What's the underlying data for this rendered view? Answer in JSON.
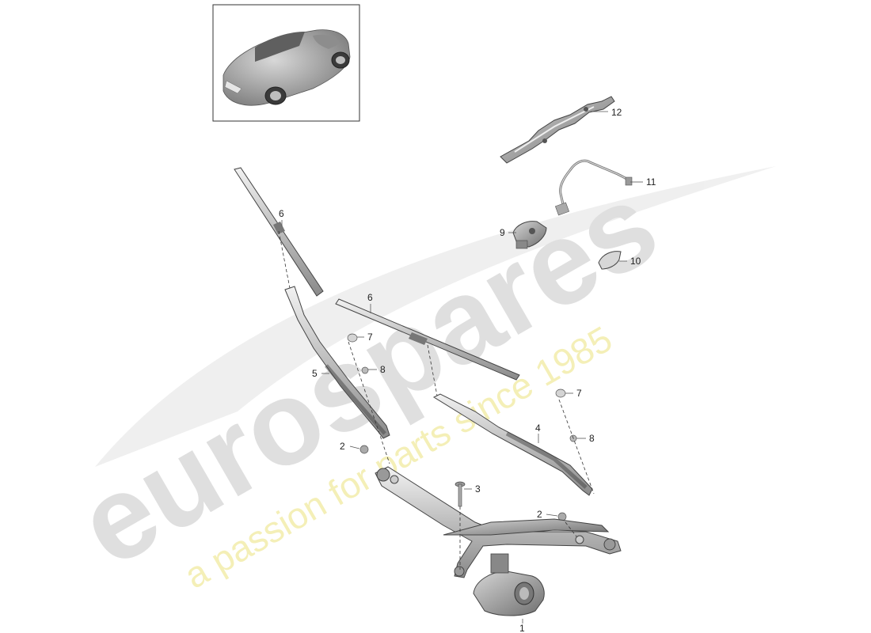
{
  "watermark": {
    "brand": "eurospares",
    "tagline": "a passion for parts since 1985",
    "brand_color": "#d9d9d9",
    "tagline_color": "#f4f0a8"
  },
  "thumbnail": {
    "icon": "car-thumbnail-icon"
  },
  "callouts": [
    {
      "id": "c12",
      "label": "12"
    },
    {
      "id": "c11",
      "label": "11"
    },
    {
      "id": "c10",
      "label": "10"
    },
    {
      "id": "c9",
      "label": "9"
    },
    {
      "id": "c6a",
      "label": "6"
    },
    {
      "id": "c6b",
      "label": "6"
    },
    {
      "id": "c7a",
      "label": "7"
    },
    {
      "id": "c8a",
      "label": "8"
    },
    {
      "id": "c5",
      "label": "5"
    },
    {
      "id": "c7b",
      "label": "7"
    },
    {
      "id": "c4",
      "label": "4"
    },
    {
      "id": "c8b",
      "label": "8"
    },
    {
      "id": "c2a",
      "label": "2"
    },
    {
      "id": "c3",
      "label": "3"
    },
    {
      "id": "c2b",
      "label": "2"
    },
    {
      "id": "c1",
      "label": "1"
    }
  ]
}
